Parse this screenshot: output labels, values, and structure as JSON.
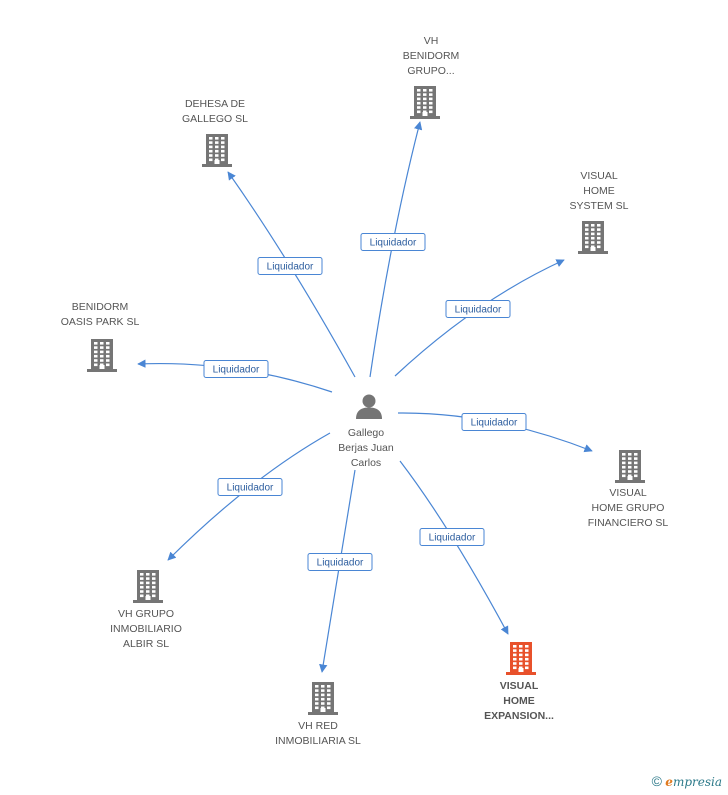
{
  "colors": {
    "edge": "#4a86d4",
    "building": "#757575",
    "building_highlight": "#e8512b",
    "person": "#757575"
  },
  "center": {
    "icon": "person-icon",
    "label": "Gallego\nBerjas Juan\nCarlos"
  },
  "nodes": [
    {
      "id": "vh-benidorm-grupo",
      "icon": "building-icon",
      "label": "VH\nBENIDORM\nGRUPO...",
      "highlight": false
    },
    {
      "id": "dehesa-de-gallego-sl",
      "icon": "building-icon",
      "label": "DEHESA DE\nGALLEGO SL",
      "highlight": false
    },
    {
      "id": "visual-home-system-sl",
      "icon": "building-icon",
      "label": "VISUAL\nHOME\nSYSTEM SL",
      "highlight": false
    },
    {
      "id": "benidorm-oasis-park-sl",
      "icon": "building-icon",
      "label": "BENIDORM\nOASIS PARK SL",
      "highlight": false
    },
    {
      "id": "visual-home-grupo-financiero-sl",
      "icon": "building-icon",
      "label": "VISUAL\nHOME GRUPO\nFINANCIERO SL",
      "highlight": false
    },
    {
      "id": "vh-grupo-inmobiliario-albir-sl",
      "icon": "building-icon",
      "label": "VH GRUPO\nINMOBILIARIO\nALBIR SL",
      "highlight": false
    },
    {
      "id": "vh-red-inmobiliaria-sl",
      "icon": "building-icon",
      "label": "VH RED\nINMOBILIARIA SL",
      "highlight": false
    },
    {
      "id": "visual-home-expansion",
      "icon": "building-icon",
      "label": "VISUAL\nHOME\nEXPANSION...",
      "highlight": true
    }
  ],
  "edges": [
    {
      "to": "vh-benidorm-grupo",
      "label": "Liquidador"
    },
    {
      "to": "dehesa-de-gallego-sl",
      "label": "Liquidador"
    },
    {
      "to": "visual-home-system-sl",
      "label": "Liquidador"
    },
    {
      "to": "benidorm-oasis-park-sl",
      "label": "Liquidador"
    },
    {
      "to": "visual-home-grupo-financiero-sl",
      "label": "Liquidador"
    },
    {
      "to": "vh-grupo-inmobiliario-albir-sl",
      "label": "Liquidador"
    },
    {
      "to": "vh-red-inmobiliaria-sl",
      "label": "Liquidador"
    },
    {
      "to": "visual-home-expansion",
      "label": "Liquidador"
    }
  ],
  "footer": {
    "copyright_symbol": "©",
    "brand_initial": "e",
    "brand_rest": "mpresia"
  }
}
